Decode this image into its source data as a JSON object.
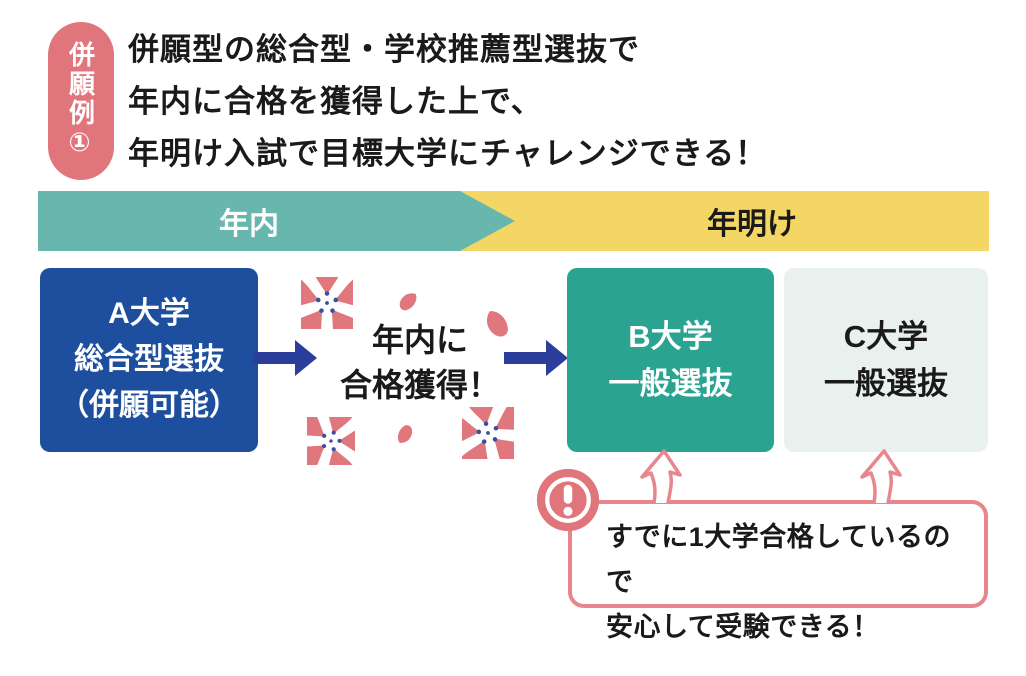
{
  "badge": {
    "label": "併願例①"
  },
  "heading": {
    "line1": "併願型の総合型・学校推薦型選抜で",
    "line2": "年内に合格を獲得した上で、",
    "line3": "年明け入試で目標大学にチャレンジできる！"
  },
  "timeline": {
    "within_year": "年内",
    "after_new_year": "年明け"
  },
  "flow": {
    "university_a": {
      "line1": "A大学",
      "line2": "総合型選抜",
      "line3": "（併願可能）"
    },
    "pass_note": {
      "line1": "年内に",
      "line2": "合格獲得！"
    },
    "university_b": {
      "line1": "B大学",
      "line2": "一般選抜"
    },
    "university_c": {
      "line1": "C大学",
      "line2": "一般選抜"
    }
  },
  "callout": {
    "line1": "すでに1大学合格しているので",
    "line2": "安心して受験できる！"
  },
  "icons": {
    "exclamation": "exclamation-icon",
    "sakura_blossom": "sakura-blossom-icon",
    "sakura_petal": "sakura-petal-icon",
    "right_arrow": "arrow-right-icon",
    "up_arrow": "curved-arrow-up-icon"
  },
  "colors": {
    "badge_pink": "#e0767c",
    "sakura_pink": "#e0777d",
    "bubble_pink": "#e8868d",
    "bar_teal": "#68b7ae",
    "bar_yellow": "#f4d664",
    "box_blue": "#1d4f9e",
    "arrow_blue": "#2c3e9b",
    "box_teal": "#2aa390",
    "box_light": "#e8f1ee",
    "text_dark": "#1a1a1a"
  }
}
